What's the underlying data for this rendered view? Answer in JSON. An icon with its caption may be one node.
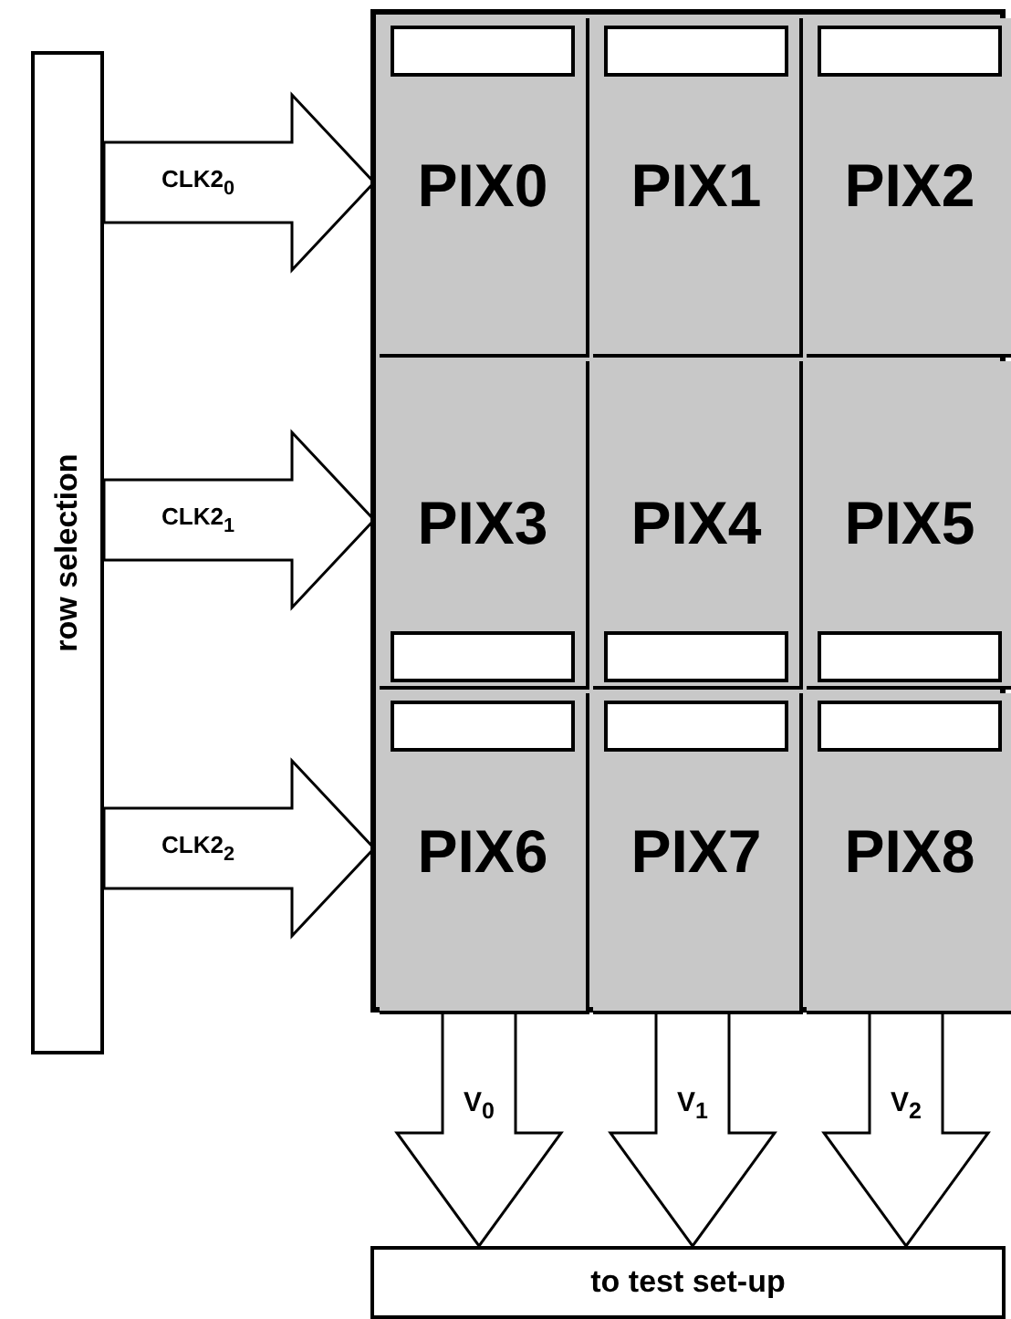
{
  "diagram": {
    "nodes": [
      {
        "text": [
          "row selection"
        ]
      },
      {
        "text": [],
        "shape": "box"
      },
      {
        "text": [
          "PIX0"
        ],
        "in": 1
      },
      {
        "text": [
          "PIX1"
        ],
        "in": 1
      },
      {
        "text": [
          "PIX2"
        ],
        "in": 1
      },
      {
        "text": [
          "PIX3"
        ],
        "in": 1
      },
      {
        "text": [
          "PIX4"
        ],
        "in": 1
      },
      {
        "text": [
          "PIX5"
        ],
        "in": 1
      },
      {
        "text": [
          "PIX6"
        ],
        "in": 1
      },
      {
        "text": [
          "PIX7"
        ],
        "in": 1
      },
      {
        "text": [
          "PIX8"
        ],
        "in": 1
      },
      {
        "text": [
          "to test set-up"
        ]
      },
      {
        "text": [],
        "shape": "bar",
        "in": 2
      },
      {
        "text": [],
        "shape": "bar",
        "in": 3
      },
      {
        "text": [],
        "shape": "bar",
        "in": 4
      },
      {
        "text": [],
        "shape": "bar",
        "in": 5
      },
      {
        "text": [],
        "shape": "bar",
        "in": 6
      },
      {
        "text": [],
        "shape": "bar",
        "in": 7
      },
      {
        "text": [],
        "shape": "bar",
        "in": 8
      },
      {
        "text": [],
        "shape": "bar",
        "in": 9
      },
      {
        "text": [],
        "shape": "bar",
        "in": 10
      }
    ],
    "edges": [
      {
        "from": 0,
        "to": 2,
        "arrow": "to",
        "label": "CLK2$_{0}$"
      },
      {
        "from": 0,
        "to": 5,
        "arrow": "to",
        "label": "CLK2$_{1}$"
      },
      {
        "from": 0,
        "to": 8,
        "arrow": "to",
        "label": "CLK2$_{2}$"
      },
      {
        "from": 8,
        "to": 11,
        "arrow": "to",
        "label": "V$_{0}$"
      },
      {
        "from": 9,
        "to": 11,
        "arrow": "to",
        "label": "V$_{1}$"
      },
      {
        "from": 10,
        "to": 11,
        "arrow": "to",
        "label": "V$_{2}$"
      }
    ]
  }
}
